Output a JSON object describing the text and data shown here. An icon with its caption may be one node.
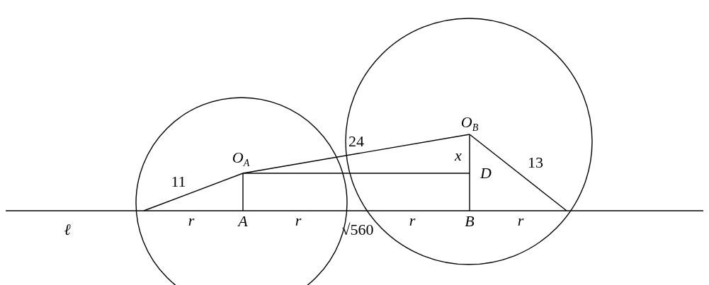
{
  "diagram": {
    "labels": [
      "O$_{B}$",
      "24",
      "x",
      "O$_{A}$",
      "13",
      "D",
      "11",
      "ℓ",
      "r",
      "A",
      "r",
      "√560",
      "r",
      "B",
      "r"
    ]
  }
}
